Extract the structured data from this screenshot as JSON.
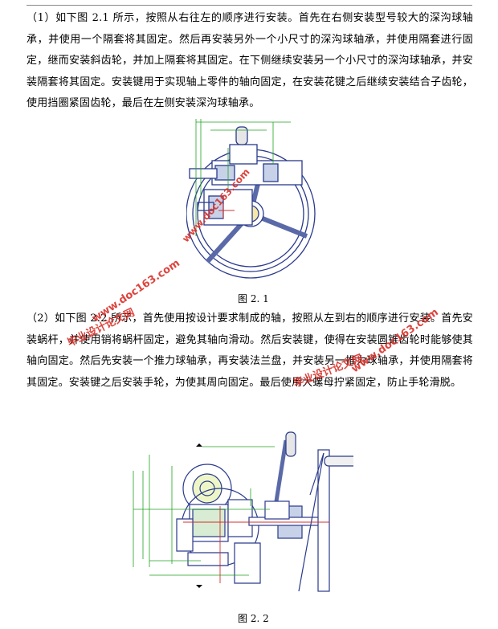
{
  "paragraph1": "（1）如下图 2.1 所示，按照从右往左的顺序进行安装。首先在右侧安装型号较大的深沟球轴承，并使用一个隔套将其固定。然后再安装另外一个小尺寸的深沟球轴承，并使用隔套进行固定，继而安装斜齿轮，并加上隔套将其固定。在下侧继续安装另一个小尺寸的深沟球轴承，并安装隔套将其固定。安装键用于实现轴上零件的轴向固定，在安装花键之后继续安装结合子齿轮，使用挡圈紧固齿轮，最后在左侧安装深沟球轴承。",
  "figure1_caption": "图 2. 1",
  "paragraph2": "（2）如下图 2.2 所示，首先使用按设计要求制成的轴，按照从左到右的顺序进行安装。首先安装蜗杆，并使用销将蜗杆固定，避免其轴向滑动。然后安装键，使得在安装圆锥齿轮时能够使其轴向固定。然后先安装一个推力球轴承，再安装法兰盘，并安装另一推力球轴承，并使用隔套将其固定。安装键之后安装手轮，为使其周向固定。最后使用大螺母拧紧固定，防止手轮滑脱。",
  "figure2_caption": "图 2. 2",
  "watermarks": {
    "w1": "毕业设计论文网",
    "w2": "www.doc163.com",
    "w3": "毕业设计论文网",
    "w4": "www.doc163.com",
    "w5": "www.doc163.com"
  },
  "colors": {
    "drawing": "#2a3a8c",
    "dimension": "#21a321",
    "watermark": "#d9302a"
  }
}
